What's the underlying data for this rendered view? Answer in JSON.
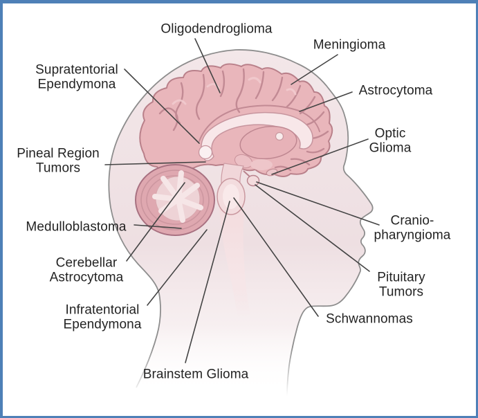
{
  "diagram": {
    "type": "anatomical-illustration",
    "description": "Sagittal view of a human head and brain showing locations of brain tumor types",
    "labels": [
      {
        "id": "oligodendroglioma",
        "text": "Oligodendroglioma"
      },
      {
        "id": "meningioma",
        "text": "Meningioma"
      },
      {
        "id": "supratentorial-ependymona",
        "text": "Supratentorial\nEpendymona"
      },
      {
        "id": "astrocytoma",
        "text": "Astrocytoma"
      },
      {
        "id": "optic-glioma",
        "text": "Optic\nGlioma"
      },
      {
        "id": "pineal-region-tumors",
        "text": "Pineal Region\nTumors"
      },
      {
        "id": "medulloblastoma",
        "text": "Medulloblastoma"
      },
      {
        "id": "cranio-pharyngioma",
        "text": "Cranio-\npharyngioma"
      },
      {
        "id": "cerebellar-astrocytoma",
        "text": "Cerebellar\nAstrocytoma"
      },
      {
        "id": "pituitary-tumors",
        "text": "Pituitary\nTumors"
      },
      {
        "id": "infratentorial-ependymona",
        "text": "Infratentorial\nEpendymona"
      },
      {
        "id": "schwannomas",
        "text": "Schwannomas"
      },
      {
        "id": "brainstem-glioma",
        "text": "Brainstem Glioma"
      }
    ]
  },
  "colors": {
    "frame_blue": "#4e80b7",
    "background": "#ffffff",
    "head_skin": "#f1e3e5",
    "brain_pink": "#e9b6bb",
    "brain_outline": "#b9808a",
    "cerebellum_pink": "#dfa8b0",
    "inner_light": "#f8e7e9",
    "leader_line": "#444444",
    "label_text": "#232323"
  }
}
